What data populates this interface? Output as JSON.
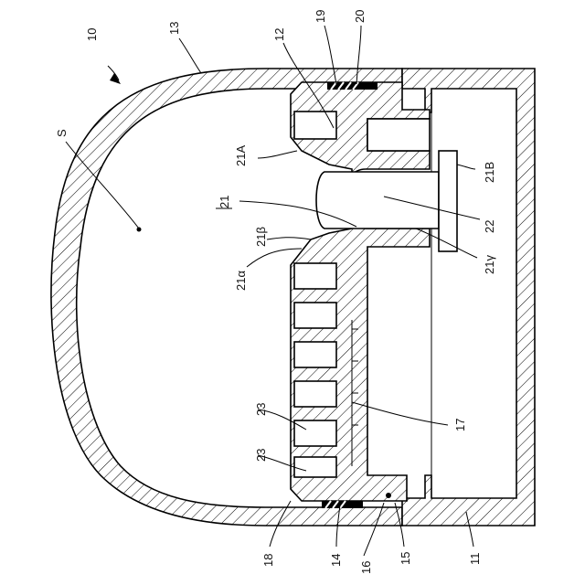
{
  "labels": {
    "ref_10": "10",
    "ref_13": "13",
    "ref_12": "12",
    "ref_19": "19",
    "ref_20": "20",
    "ref_S": "S",
    "ref_21A": "21A",
    "ref_21B": "21B",
    "ref_21": "21",
    "ref_22": "22",
    "ref_21beta": "21β",
    "ref_21gamma": "21γ",
    "ref_21alpha": "21α",
    "ref_23a": "23",
    "ref_23b": "23",
    "ref_17": "17",
    "ref_18": "18",
    "ref_14": "14",
    "ref_16": "16",
    "ref_15": "15",
    "ref_11": "11"
  }
}
